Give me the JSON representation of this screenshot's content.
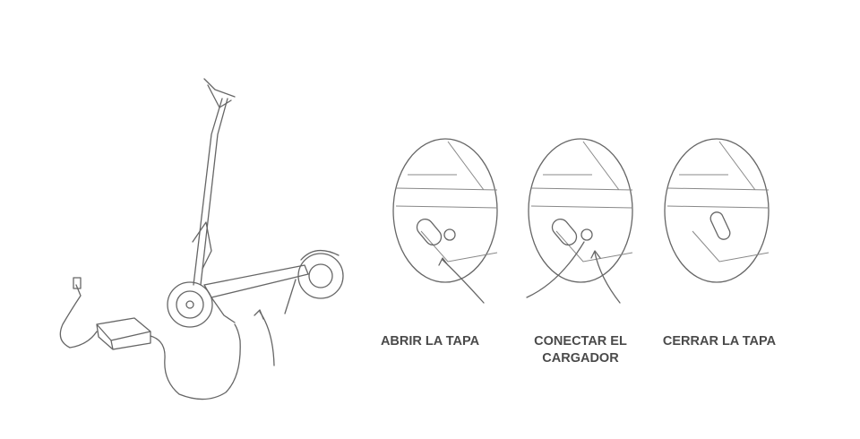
{
  "steps": [
    {
      "label": "ABRIR LA TAPA"
    },
    {
      "label": "CONECTAR EL\nCARGADOR"
    },
    {
      "label": "CERRAR LA TAPA"
    }
  ],
  "colors": {
    "line": "#666666",
    "label": "#4a4a4a"
  }
}
